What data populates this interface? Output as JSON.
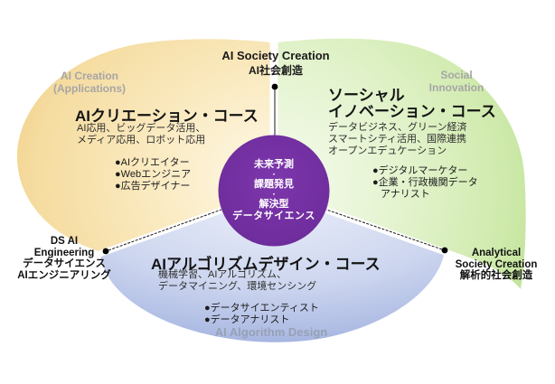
{
  "top_label": {
    "en": "AI Society Creation",
    "ja": "AI社会創造"
  },
  "outer_labels": {
    "creation_en": [
      "AI Creation",
      "(Applications)"
    ],
    "social_en": [
      "Social",
      "Innovation"
    ],
    "algorithm_en": "AI Algorithm Design",
    "ds_ai": [
      "DS AI",
      "Engineering",
      "データサイエンス",
      "AIエンジニアリング"
    ],
    "analytical": [
      "Analytical",
      "Society Creation",
      "解析的社会創造"
    ]
  },
  "center_circle": {
    "line1": "未来予測",
    "separator": "・",
    "line2": "課題発見",
    "line3": "解決型",
    "line4": "データサイエンス"
  },
  "courses": {
    "creation": {
      "title": "AIクリエーション・コース",
      "keywords": [
        "AI応用、ビッグデータ活用、",
        "メディア応用、ロボット応用"
      ],
      "careers": [
        "●AIクリエイター",
        "●Webエンジニア",
        "●広告デザイナー"
      ]
    },
    "social": {
      "title_line1": "ソーシャル",
      "title_line2": "イノベーション・コース",
      "keywords": [
        "データビジネス、グリーン経済",
        "スマートシティ活用、国際連携",
        "オープンエデュケーション"
      ],
      "careers": [
        "●デジタルマーケター",
        "●企業・行政機関データ",
        "アナリスト"
      ]
    },
    "algorithm": {
      "title": "AIアルゴリズムデザイン・コース",
      "keywords": [
        "機械学習、AIアルゴリズム、",
        "データマイニング、環境センシング"
      ],
      "careers": [
        "●データサイエンティスト",
        "●データアナリスト"
      ]
    }
  },
  "colors": {
    "creation_lobe_edge": "#EFCF86",
    "creation_lobe_inner": "#FEF8E6",
    "social_lobe_edge": "#BBE092",
    "social_lobe_inner": "#F6FBEF",
    "algorithm_lobe_edge": "#8CA0D6",
    "algorithm_lobe_inner": "#E9EDF9",
    "center_circle": "#7030A0",
    "muted_label": "#A6A6A6"
  }
}
